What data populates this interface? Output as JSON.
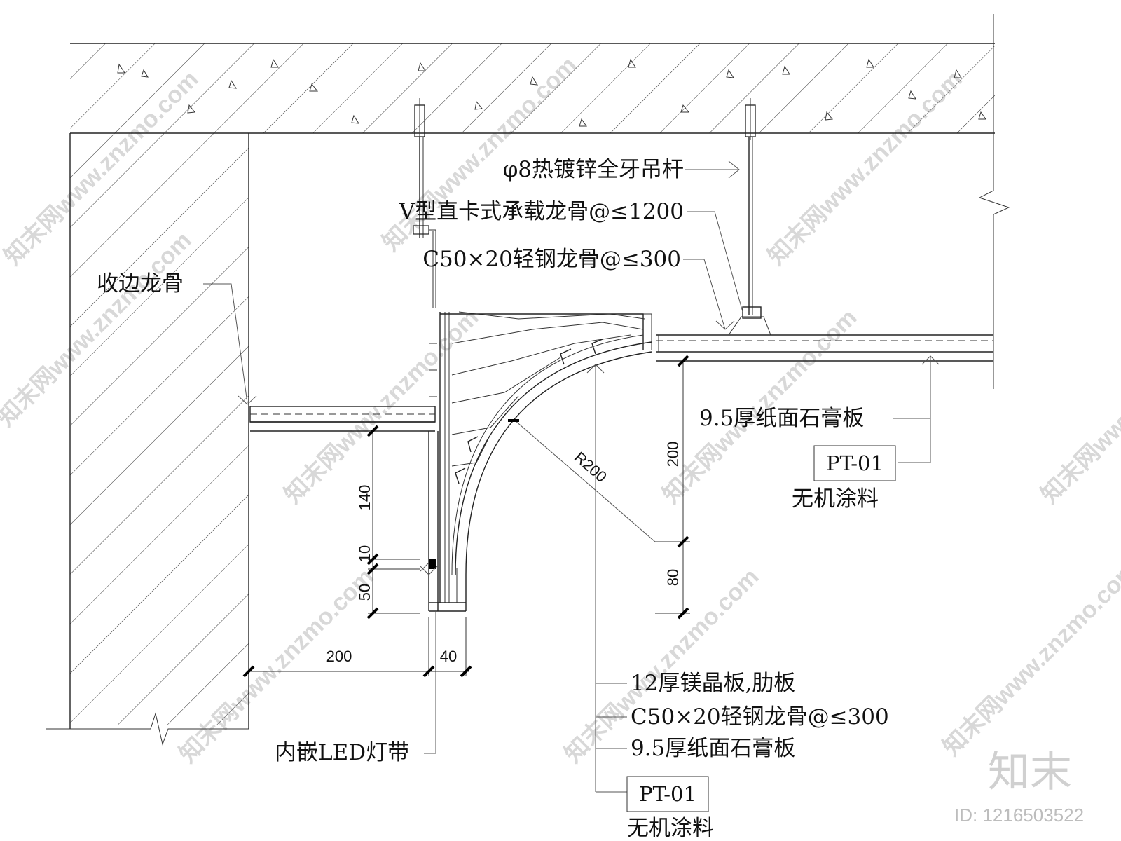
{
  "labels": {
    "hanger_rod": "φ8热镀锌全牙吊杆",
    "main_keel": "V型直卡式承载龙骨@≤1200",
    "light_keel_top": "C50×20轻钢龙骨@≤300",
    "edge_keel": "收边龙骨",
    "gypsum_right": "9.5厚纸面石膏板",
    "pt_right": "PT-01",
    "paint_right": "无机涂料",
    "mgo_board": "12厚镁晶板,肋板",
    "light_keel_bottom": "C50×20轻钢龙骨@≤300",
    "gypsum_bottom": "9.5厚纸面石膏板",
    "pt_bottom": "PT-01",
    "paint_bottom": "无机涂料",
    "led_strip": "内嵌LED灯带"
  },
  "dimensions": {
    "d140": "140",
    "d10": "10",
    "d50": "50",
    "d200_horizontal": "200",
    "d40": "40",
    "radius": "R200",
    "d200_vertical": "200",
    "d80": "80"
  },
  "watermark": {
    "site": "知末网www.znzmo.com",
    "logo": "知末",
    "id": "ID: 1216503522"
  },
  "colors": {
    "line": "#222222",
    "watermark": "#d8d8d8"
  }
}
